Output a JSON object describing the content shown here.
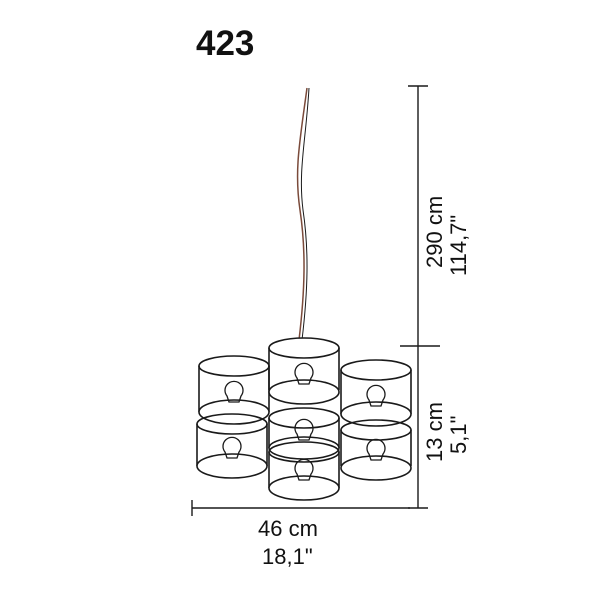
{
  "model": "423",
  "dimensions": {
    "total_height_cm": "290 cm",
    "total_height_in": "114,7\"",
    "shade_height_cm": "13 cm",
    "shade_height_in": "5,1\"",
    "width_cm": "46 cm",
    "width_in": "18,1\""
  },
  "colors": {
    "line": "#1a1a1a",
    "cable": "#7a4a3a",
    "background": "#ffffff"
  }
}
